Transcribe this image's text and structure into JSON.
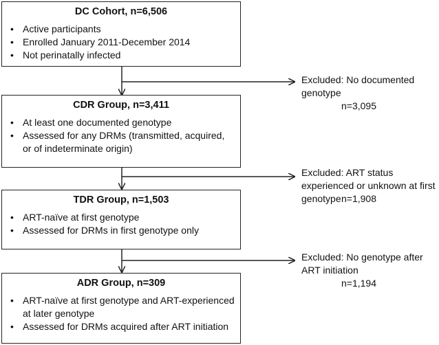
{
  "boxes": [
    {
      "title": "DC Cohort, n=6,506",
      "bullets": [
        "Active participants",
        "Enrolled January 2011-December 2014",
        "Not perinatally infected"
      ]
    },
    {
      "title": "CDR Group, n=3,411",
      "bullets": [
        "At least one documented genotype",
        "Assessed for any DRMs (transmitted, acquired, or of indeterminate origin)"
      ]
    },
    {
      "title": "TDR Group, n=1,503",
      "bullets": [
        "ART-naïve at first genotype",
        "Assessed for DRMs in first genotype only"
      ]
    },
    {
      "title": "ADR Group, n=309",
      "bullets": [
        "ART-naïve at first genotype and ART-experienced at later genotype",
        "Assessed for DRMs acquired after ART initiation"
      ]
    }
  ],
  "exclusions": [
    {
      "text": "Excluded: No documented genotype",
      "n": "n=3,095"
    },
    {
      "text": "Excluded: ART status experienced or unknown at first genotype",
      "n": "n=1,908"
    },
    {
      "text": "Excluded: No genotype after ART initiation",
      "n": "n=1,194"
    }
  ]
}
